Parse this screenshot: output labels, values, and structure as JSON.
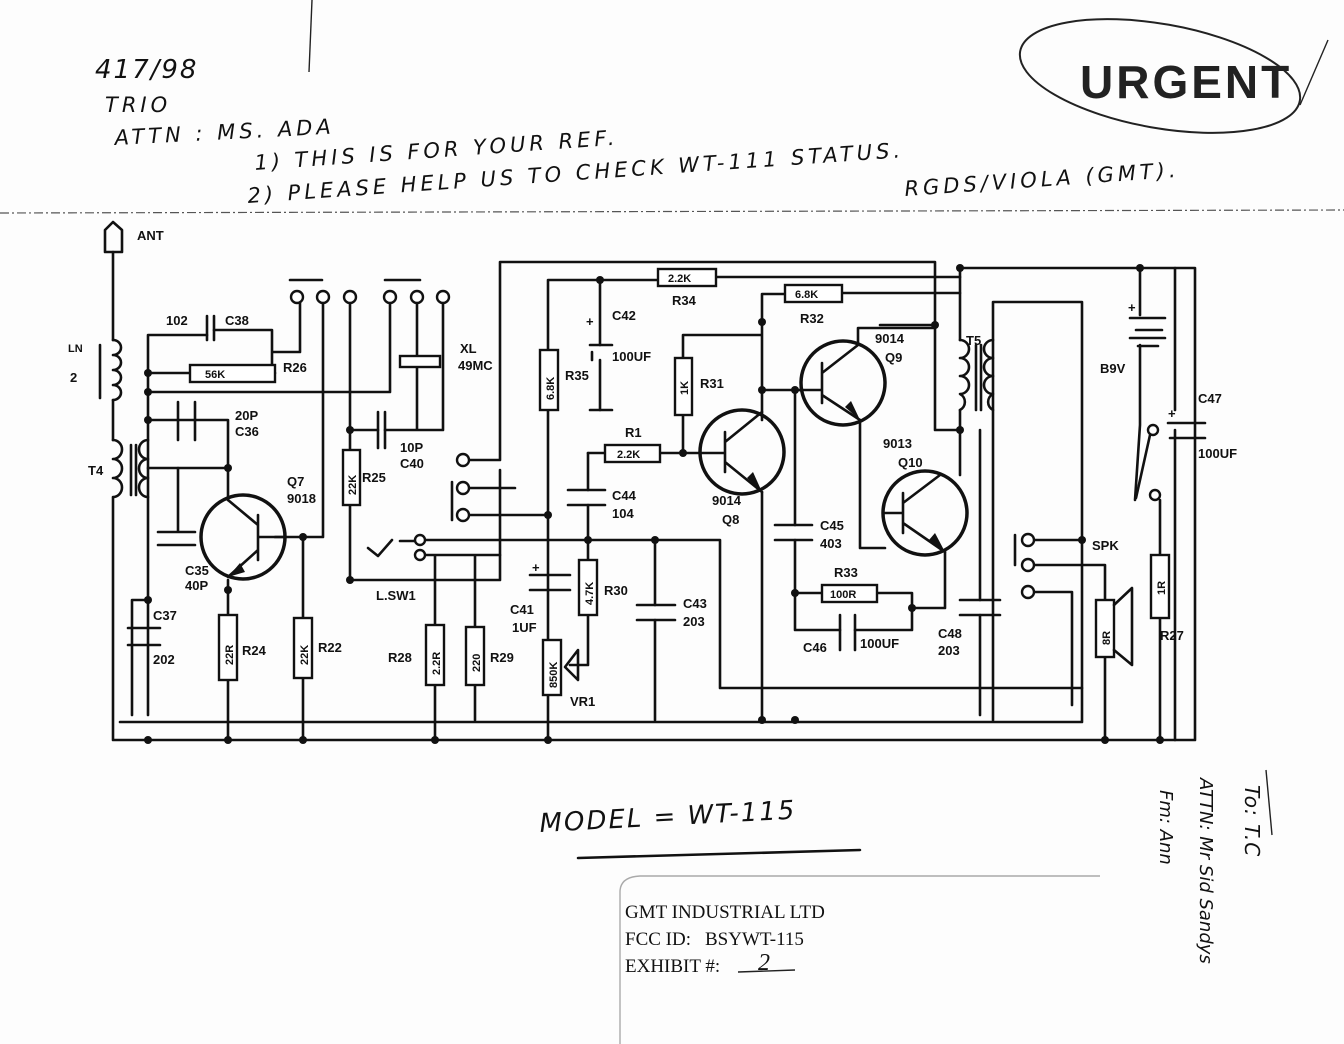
{
  "handwritten_note": {
    "date": "417/98",
    "company": "TRIO",
    "attn": "ATTN :  MS. ADA",
    "line1": "1) THIS IS FOR YOUR REF.",
    "line2": "2) PLEASE HELP US TO CHECK WT-111 STATUS.",
    "signoff": "RGDS/VIOLA (GMT)."
  },
  "stamp": {
    "text": "URGENT"
  },
  "model": "MODEL = WT-115",
  "exhibit_label": {
    "company": "GMT INDUSTRIAL LTD",
    "fcc_label": "FCC ID:",
    "fcc_id": "BSYWT-115",
    "exhibit_label": "EXHIBIT #:",
    "exhibit_number": "2"
  },
  "side_note": {
    "to": "To: T.C",
    "attn": "ATTN: Mr Sid Sandys",
    "from": "Fm: Ann"
  },
  "schematic": {
    "ant": "ANT",
    "ln": "LN",
    "ln_num": "2",
    "t4": "T4",
    "t5": "T5",
    "xl": "XL",
    "xl_val": "49MC",
    "lsw1": "L.SW1",
    "spk": "SPK",
    "battery": "B9V",
    "vr1": "VR1",
    "R26": {
      "ref": "R26",
      "value": "56K"
    },
    "R25": {
      "ref": "R25",
      "value": "22K"
    },
    "R24": {
      "ref": "R24",
      "value": "22R"
    },
    "R22": {
      "ref": "R22",
      "value": "22K"
    },
    "R28": {
      "ref": "R28",
      "value": "2.2R"
    },
    "R29": {
      "ref": "R29",
      "value": "220"
    },
    "R35": {
      "ref": "R35",
      "value": "6.8K"
    },
    "R34": {
      "ref": "R34",
      "value": "2.2K"
    },
    "R32": {
      "ref": "R32",
      "value": "6.8K"
    },
    "R31": {
      "ref": "R31",
      "value": "1K"
    },
    "R1": {
      "ref": "R1",
      "value": "2.2K"
    },
    "R30": {
      "ref": "R30",
      "value": "4.7K"
    },
    "R33": {
      "ref": "R33",
      "value": "100R"
    },
    "R27": {
      "ref": "R27",
      "value": "1R"
    },
    "VR": {
      "value": "850K"
    },
    "SPKR": {
      "value": "8R"
    },
    "C38": {
      "ref": "C38",
      "value": "102"
    },
    "C36": {
      "ref": "C36",
      "value": "20P"
    },
    "C35": {
      "ref": "C35",
      "value": "40P"
    },
    "C37": {
      "ref": "C37",
      "value": "202"
    },
    "C40": {
      "ref": "C40",
      "value": "10P"
    },
    "C42": {
      "ref": "C42",
      "value": "100UF"
    },
    "C44": {
      "ref": "C44",
      "value": "104"
    },
    "C41": {
      "ref": "C41",
      "value": "1UF"
    },
    "C43": {
      "ref": "C43",
      "value": "203"
    },
    "C45": {
      "ref": "C45",
      "value": "403"
    },
    "C46": {
      "ref": "C46",
      "value": "100UF"
    },
    "C48": {
      "ref": "C48",
      "value": "203"
    },
    "C47": {
      "ref": "C47",
      "value": "100UF"
    },
    "Q7": {
      "ref": "Q7",
      "type": "9018"
    },
    "Q8": {
      "ref": "Q8",
      "type": "9014"
    },
    "Q9": {
      "ref": "Q9",
      "type": "9014"
    },
    "Q10": {
      "ref": "Q10",
      "type": "9013"
    },
    "plus": "+"
  }
}
